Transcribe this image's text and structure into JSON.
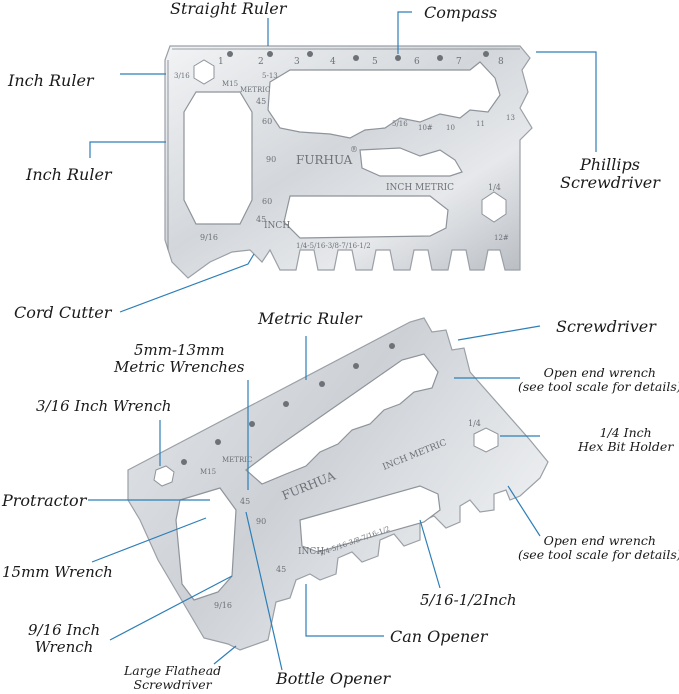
{
  "labels": {
    "straight_ruler": "Straight Ruler",
    "compass": "Compass",
    "inch_ruler_top": "Inch Ruler",
    "inch_ruler_side": "Inch Ruler",
    "phillips_1": "Phillips",
    "phillips_2": "Screwdriver",
    "cord_cutter": "Cord Cutter",
    "metric_ruler": "Metric Ruler",
    "screwdriver": "Screwdriver",
    "metric_wrenches_1": "5mm-13mm",
    "metric_wrenches_2": "Metric Wrenches",
    "open_end_1_a": "Open end wrench",
    "open_end_1_b": "(see tool scale for details)",
    "wrench_3_16": "3/16 Inch Wrench",
    "hex_bit_1": "1/4 Inch",
    "hex_bit_2": "Hex Bit Holder",
    "protractor": "Protractor",
    "wrench_15mm": "15mm Wrench",
    "open_end_2_a": "Open end wrench",
    "open_end_2_b": "(see tool scale for details)",
    "wrench_5_16_1_2": "5/16-1/2Inch",
    "wrench_9_16_a": "9/16 Inch",
    "wrench_9_16_b": "Wrench",
    "can_opener": "Can Opener",
    "flathead_1": "Large Flathead",
    "flathead_2": "Screwdriver",
    "bottle_opener": "Bottle Opener"
  },
  "engraving": {
    "brand": "FURHUA",
    "registered": "®",
    "inch_metric": "INCH METRIC",
    "inch": "INCH",
    "metric": "METRIC",
    "m15": "M15",
    "range_5_13": "5-13",
    "size_9_16": "9/16",
    "size_3_16": "3/16",
    "size_1_4": "1/4",
    "size_12": "12#",
    "fractions": "1/4-5/16-3/8-7/16-1/2",
    "ruler_ticks": [
      "1",
      "2",
      "3",
      "4",
      "5",
      "6",
      "7",
      "8"
    ],
    "protractor_marks": [
      "45",
      "60",
      "90",
      "60",
      "45"
    ],
    "metric_marks": [
      "5/16",
      "10#",
      "10",
      "11",
      "13"
    ]
  },
  "colors": {
    "steel_light": "#e9ebee",
    "steel_mid": "#c9cdd2",
    "steel_dark": "#8e949b",
    "line": "#2d7fb8",
    "text": "#1a1a1a"
  }
}
